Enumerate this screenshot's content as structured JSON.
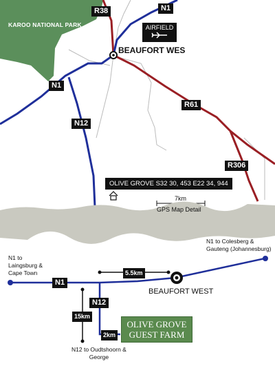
{
  "detail_map": {
    "park_label": "KAROO NATIONAL PARK",
    "town_label": "BEAUFORT WES",
    "airfield_label": "AIRFIELD",
    "road_badges": {
      "r38": "R38",
      "n1_top": "N1",
      "n1_left": "N1",
      "n12": "N12",
      "r61": "R61",
      "r306": "R306"
    },
    "olive_grove_coords": "OLIVE GROVE S32 30, 453 E22 34, 944",
    "scale_label": "7km",
    "gps_label": "GPS Map Detail"
  },
  "overview_map": {
    "n1_colesberg": "N1 to Colesberg &",
    "n1_gauteng": "Gauteng (Johannesburg)",
    "n1_laingsburg_1": "N1 to",
    "n1_laingsburg_2": "Laingsburg &",
    "n1_laingsburg_3": "Cape Town",
    "n1_badge": "N1",
    "n12_badge": "N12",
    "dist_5_5": "5.5km",
    "dist_15": "15km",
    "dist_2": "2km",
    "town_label": "BEAUFORT WEST",
    "n12_oudtshoorn_1": "N12 to Oudtshoorn &",
    "n12_oudtshoorn_2": "George",
    "farm_line1": "OLIVE GROVE",
    "farm_line2": "GUEST FARM"
  },
  "colors": {
    "park": "#5b8f5b",
    "n_road": "#1f2f9a",
    "r_road": "#9a1f24",
    "tear": "#c9c9c0",
    "farm_box": "#5a8a4e"
  },
  "icons": [
    "airplane-icon",
    "house-icon",
    "town-marker-icon"
  ]
}
